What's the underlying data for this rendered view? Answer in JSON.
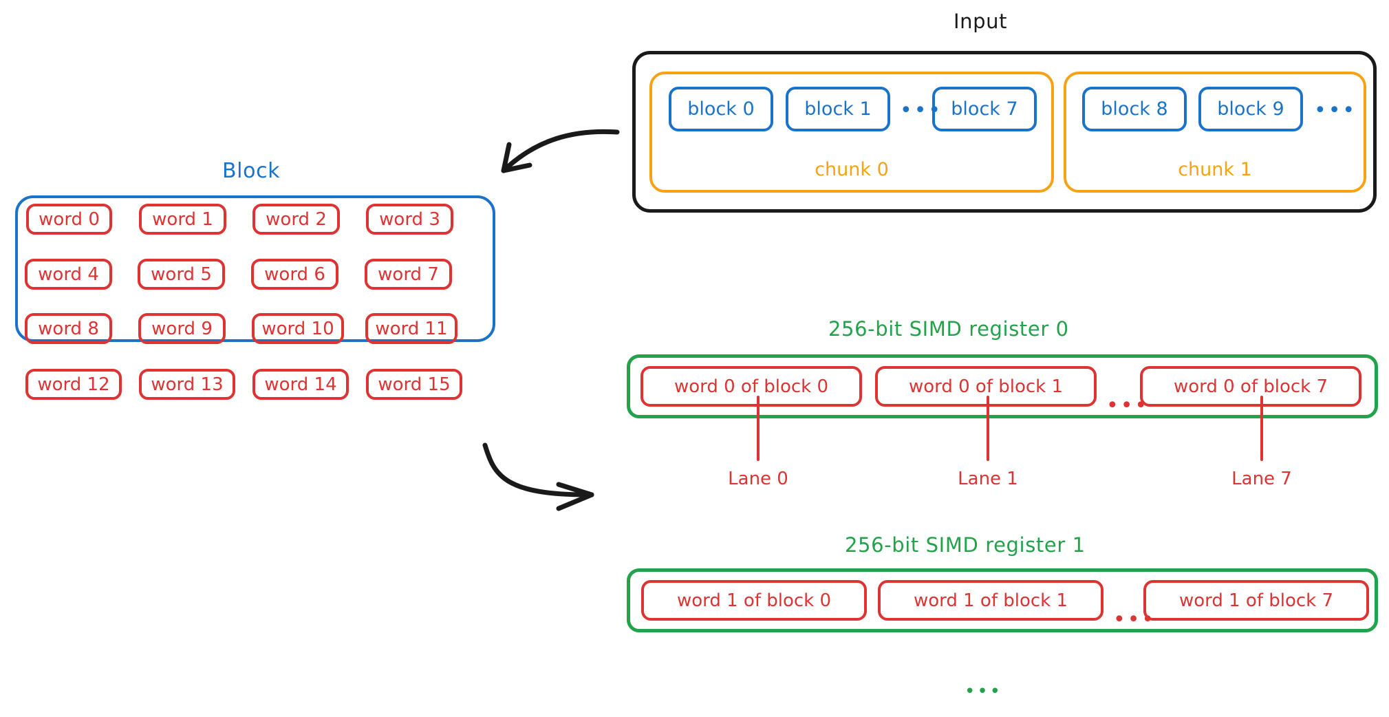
{
  "colors": {
    "black": "#1a1a1a",
    "blue": "#1a73c8",
    "orange": "#f5a314",
    "red": "#dd3333",
    "green": "#22a24a"
  },
  "input": {
    "title": "Input",
    "chunks": [
      {
        "label": "chunk 0",
        "blocks": [
          "block 0",
          "block 1",
          "block 7"
        ],
        "ellipsis": "•••",
        "ellipsis_after_index": 1
      },
      {
        "label": "chunk 1",
        "blocks": [
          "block 8",
          "block 9"
        ],
        "ellipsis": "•••",
        "ellipsis_after_index": 1
      }
    ]
  },
  "block_panel": {
    "title": "Block",
    "words": [
      "word 0",
      "word 1",
      "word 2",
      "word 3",
      "word 4",
      "word 5",
      "word 6",
      "word 7",
      "word 8",
      "word 9",
      "word 10",
      "word 11",
      "word 12",
      "word 13",
      "word 14",
      "word 15"
    ]
  },
  "registers": [
    {
      "title": "256-bit SIMD register 0",
      "cells": [
        "word 0 of block 0",
        "word 0 of block 1",
        "word 0 of block 7"
      ],
      "ellipsis": "•••",
      "lanes": [
        "Lane 0",
        "Lane 1",
        "Lane 7"
      ],
      "show_lanes": true
    },
    {
      "title": "256-bit SIMD register 1",
      "cells": [
        "word 1 of block 0",
        "word 1 of block 1",
        "word 1 of block 7"
      ],
      "ellipsis": "•••",
      "lanes": [],
      "show_lanes": false
    }
  ],
  "trailing_ellipsis": "•••"
}
